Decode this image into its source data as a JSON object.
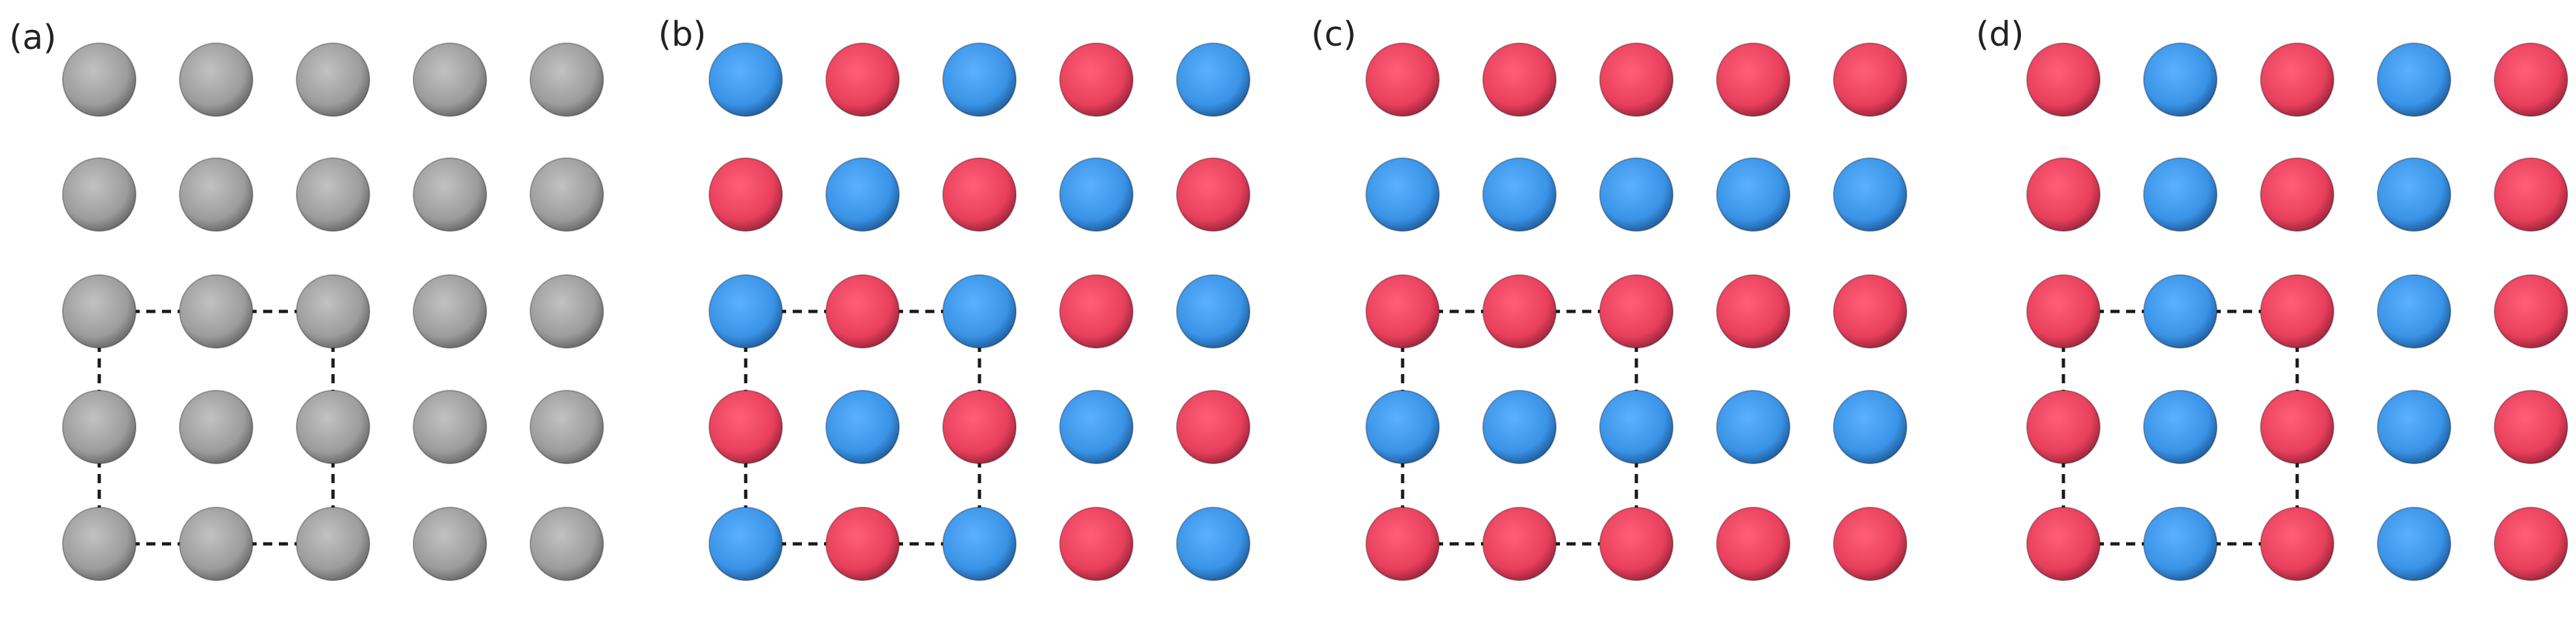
{
  "colors": {
    "gray": "#9c9c9c",
    "red": "#e8405c",
    "blue": "#3a93e6"
  },
  "panels": [
    {
      "label": "(a)",
      "rows": [
        [
          "gray",
          "gray",
          "gray",
          "gray",
          "gray"
        ],
        [
          "gray",
          "gray",
          "gray",
          "gray",
          "gray"
        ],
        [
          "gray",
          "gray",
          "gray",
          "gray",
          "gray"
        ],
        [
          "gray",
          "gray",
          "gray",
          "gray",
          "gray"
        ],
        [
          "gray",
          "gray",
          "gray",
          "gray",
          "gray"
        ]
      ]
    },
    {
      "label": "(b)",
      "rows": [
        [
          "blue",
          "red",
          "blue",
          "red",
          "blue"
        ],
        [
          "red",
          "blue",
          "red",
          "blue",
          "red"
        ],
        [
          "blue",
          "red",
          "blue",
          "red",
          "blue"
        ],
        [
          "red",
          "blue",
          "red",
          "blue",
          "red"
        ],
        [
          "blue",
          "red",
          "blue",
          "red",
          "blue"
        ]
      ]
    },
    {
      "label": "(c)",
      "rows": [
        [
          "red",
          "red",
          "red",
          "red",
          "red"
        ],
        [
          "blue",
          "blue",
          "blue",
          "blue",
          "blue"
        ],
        [
          "red",
          "red",
          "red",
          "red",
          "red"
        ],
        [
          "blue",
          "blue",
          "blue",
          "blue",
          "blue"
        ],
        [
          "red",
          "red",
          "red",
          "red",
          "red"
        ]
      ]
    },
    {
      "label": "(d)",
      "rows": [
        [
          "red",
          "blue",
          "red",
          "blue",
          "red"
        ],
        [
          "red",
          "blue",
          "red",
          "blue",
          "red"
        ],
        [
          "red",
          "blue",
          "red",
          "blue",
          "red"
        ],
        [
          "red",
          "blue",
          "red",
          "blue",
          "red"
        ],
        [
          "red",
          "blue",
          "red",
          "blue",
          "red"
        ]
      ]
    }
  ]
}
